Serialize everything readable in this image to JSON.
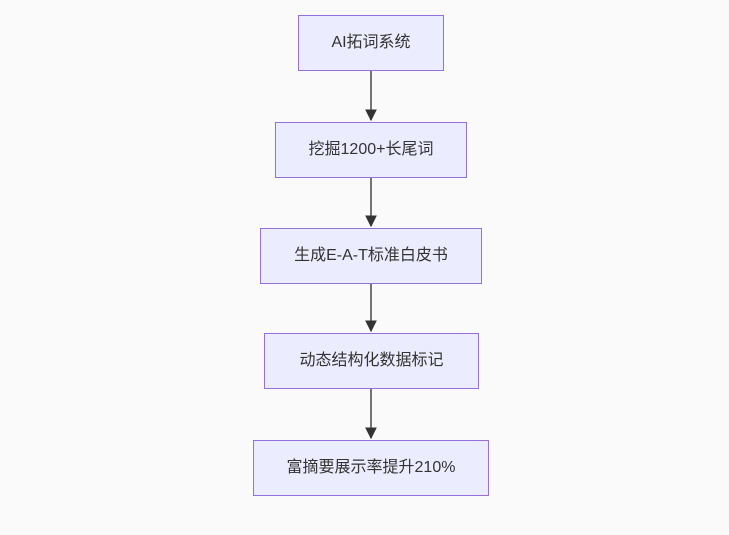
{
  "page": {
    "background": "#fafafa"
  },
  "chart_data": {
    "type": "flowchart",
    "direction": "top-down",
    "nodes": [
      {
        "id": "A",
        "label": "AI拓词系统"
      },
      {
        "id": "B",
        "label": "挖掘1200+长尾词"
      },
      {
        "id": "C",
        "label": "生成E-A-T标准白皮书"
      },
      {
        "id": "D",
        "label": "动态结构化数据标记"
      },
      {
        "id": "E",
        "label": "富摘要展示率提升210%"
      }
    ],
    "edges": [
      {
        "from": "A",
        "to": "B"
      },
      {
        "from": "B",
        "to": "C"
      },
      {
        "from": "C",
        "to": "D"
      },
      {
        "from": "D",
        "to": "E"
      }
    ],
    "colors": {
      "node_fill": "#ECECFF",
      "node_border": "#9370DB",
      "edge_line": "#5c5c5c",
      "arrowhead": "#333333",
      "text": "#333333"
    }
  }
}
